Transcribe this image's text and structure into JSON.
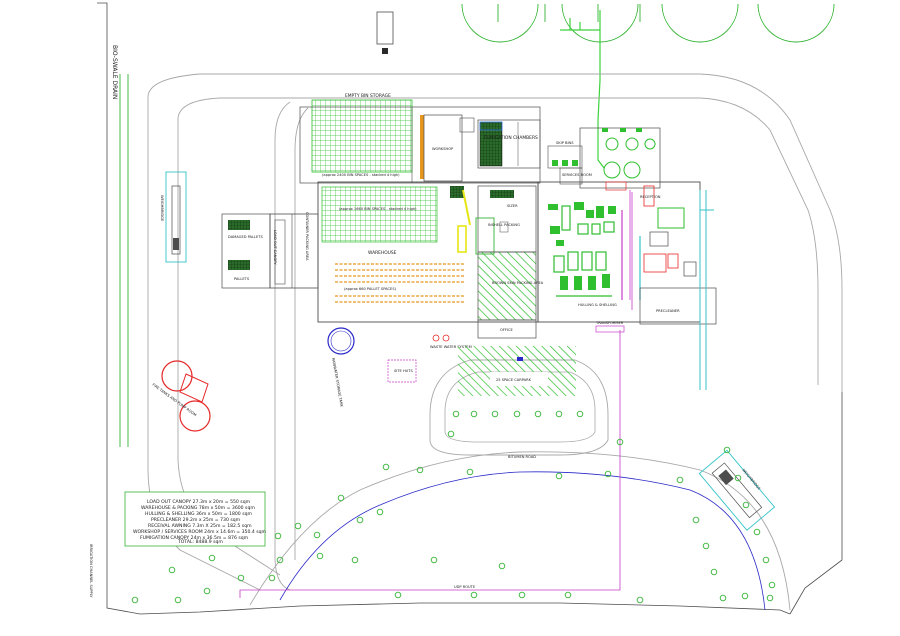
{
  "labels": {
    "bio_swale": "BIO-SWALE DRAIN",
    "empty_bin": "EMPTY BIN STORAGE",
    "bin_2400": "(approx 2400 BIN SPACES - stacked 4 high)",
    "bin_1660": "(approx 1660 BIN SPACES - stacked 4 high)",
    "pallet_660": "(approx 660 PALLET SPACES)",
    "warehouse": "WAREHOUSE",
    "workshop": "WORKSHOP",
    "fumigation": "FUMIGATION CHAMBERS",
    "skip_bins": "SKIP BINS",
    "services_room": "SERVICES ROOM",
    "sizer": "SIZER",
    "inshell_packing": "INSHELL PACKING",
    "brown_skin": "BROWN SKIN PACKING AREA",
    "hulling": "HULLING & SHELLING",
    "precleaner": "PRECLEANER",
    "office": "OFFICE",
    "waste_water": "WASTE WATER SYSTEM",
    "carpark": "25 SPACE CARPARK",
    "site_huts": "SITE HUTS",
    "weighbridge_left": "WEIGHBRIDGE",
    "weighbridge_right": "WEIGHBRIDGE",
    "damaged_pallets": "DAMAGED PALLETS",
    "pallets": "PALLETS",
    "load_out_canopy": "LOAD OUT CANOPY",
    "container_packing": "CONTAINER PACKING AREA",
    "rainwater_tank": "RAINWATER STORAGE TANK",
    "fire_tanks": "FIRE TANKS AND PUMP ROOM",
    "bitumen_road": "BITUMEN ROAD",
    "udp_route": "UDP ROUTE",
    "transformer": "TRANSFORMER",
    "irrigation": "IRRIGATION CHANNEL SUPPLY",
    "reception": "RECEPTION"
  },
  "area_schedule": {
    "lines": [
      "LOAD OUT CANOPY 27.3m x 20m = 550 sqm",
      "WAREHOUSE & PACKING 78m x 50m = 3600 sqm",
      "HULLING & SHELLING 36m x 50m = 1800 sqm",
      "PRECLEANER 29.2m x 25m = 730 sqm",
      "RECEIVAL AWNING 7.3m X 25m = 182.5 sqm",
      "WORKSHOP / SERVICES ROOM 24m x 14.6m = 350.4 sqm",
      "FUMIGATION CANOPY 24m x 36.5m = 876 sqm"
    ],
    "total": "TOTAL: 8488.9 sqm"
  },
  "colors": {
    "line": "#4d4d4d",
    "road": "#9a9a9a",
    "green": "#22b41e",
    "bright_green": "#3cd23c",
    "cyan": "#34c3c8",
    "magenta": "#c83cc8",
    "red": "#e62828",
    "blue": "#2828c8",
    "orange": "#e6961e",
    "yellow": "#e6e614",
    "tree": "#34b434"
  }
}
